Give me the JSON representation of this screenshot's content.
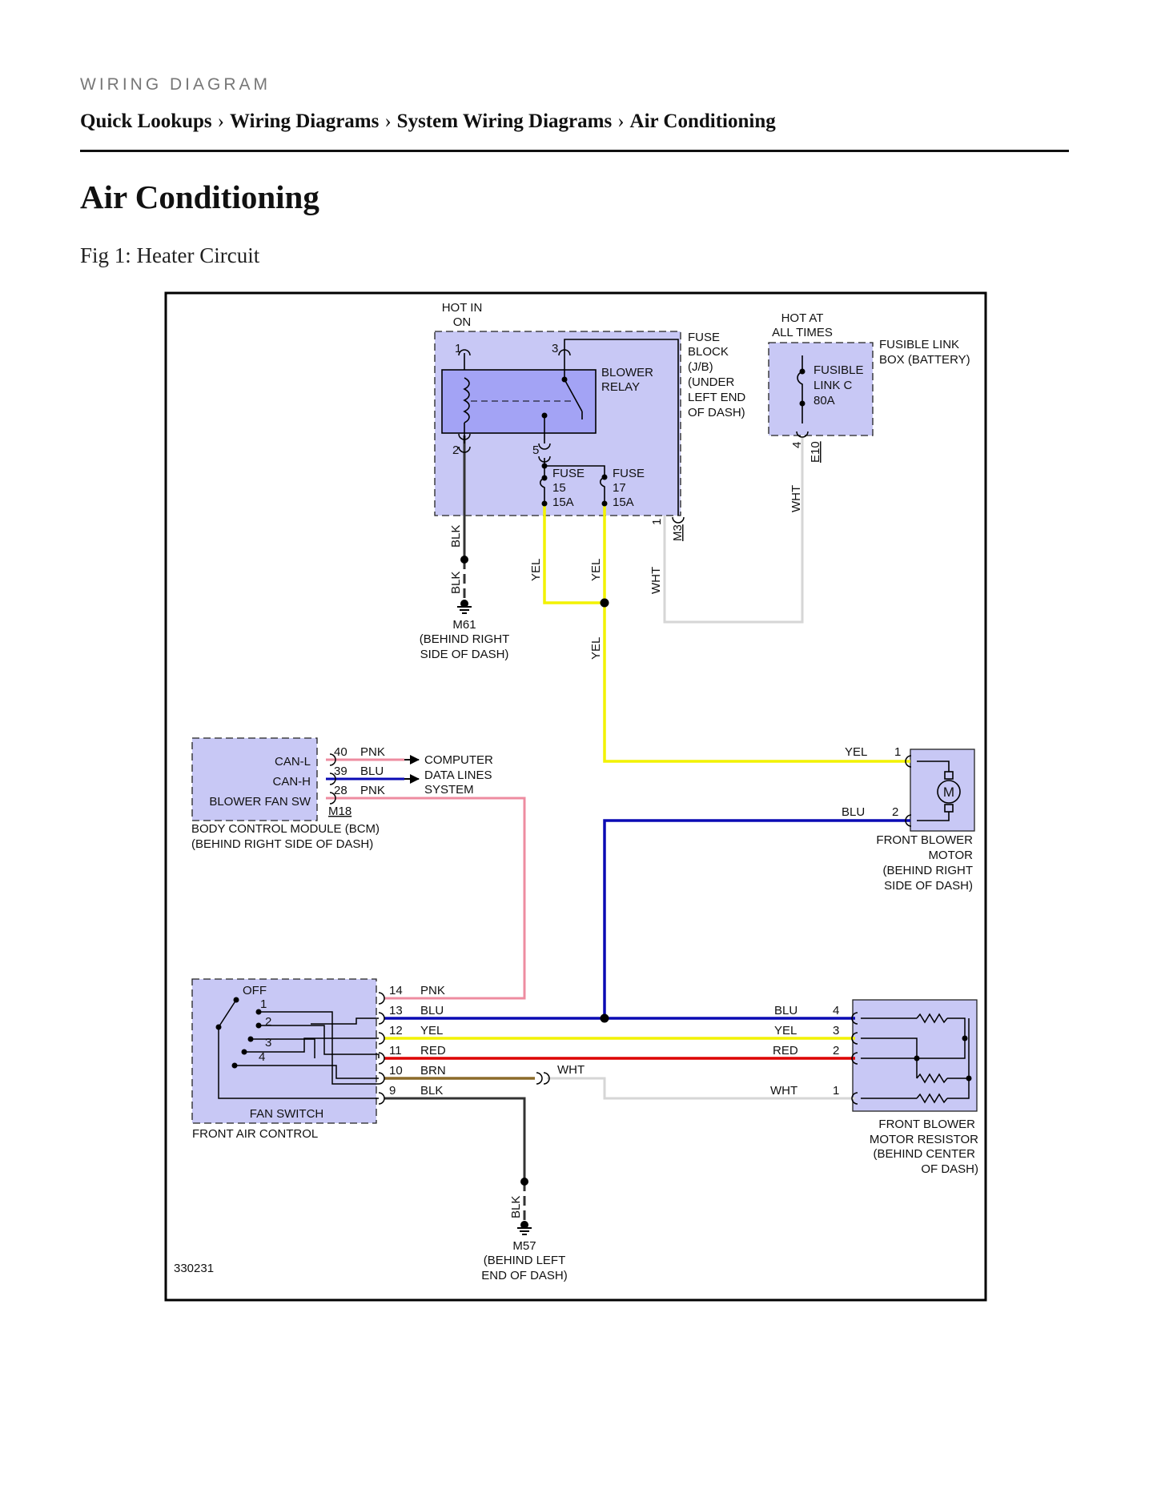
{
  "header": {
    "kicker": "WIRING DIAGRAM",
    "breadcrumbs": [
      "Quick Lookups",
      "Wiring Diagrams",
      "System Wiring Diagrams",
      "Air Conditioning"
    ],
    "separator": "›"
  },
  "page": {
    "title": "Air Conditioning",
    "figure_caption": "Fig 1: Heater Circuit"
  },
  "colors": {
    "component_fill": "#c8c8f5",
    "relay_fill": "#a3a3f5",
    "wire_yel": "#f2f200",
    "wire_blu": "#0a0ab4",
    "wire_pnk": "#ee8ca0",
    "wire_red": "#dd0000",
    "wire_brn": "#8b6b2a",
    "wire_blk": "#333333",
    "wire_wht": "#d6d6d6"
  },
  "diagram": {
    "id": "330231",
    "power": {
      "hot_in_on": [
        "HOT IN",
        "ON"
      ],
      "hot_at_all_times": [
        "HOT AT",
        "ALL TIMES"
      ]
    },
    "fuse_block": {
      "label": [
        "FUSE",
        "BLOCK",
        "(J/B)",
        "(UNDER",
        "LEFT END",
        "OF DASH)"
      ],
      "relay": [
        "BLOWER",
        "RELAY"
      ],
      "pins": {
        "p1": "1",
        "p3": "3",
        "p2": "2",
        "p5": "5",
        "conn_pin": "1"
      },
      "fuse15": [
        "FUSE",
        "15",
        "15A"
      ],
      "fuse17": [
        "FUSE",
        "17",
        "15A"
      ],
      "connector": "M3"
    },
    "fusible_link_box": {
      "label": [
        "FUSIBLE LINK",
        "BOX (BATTERY)"
      ],
      "link": [
        "FUSIBLE",
        "LINK C",
        "80A"
      ],
      "pin": "4",
      "connector": "E10"
    },
    "wire_labels": {
      "blk": "BLK",
      "yel": "YEL",
      "wht": "WHT",
      "blu": "BLU",
      "pnk": "PNK",
      "red": "RED",
      "brn": "BRN"
    },
    "ground_m61": {
      "id": "M61",
      "location": [
        "(BEHIND RIGHT",
        "SIDE OF DASH)"
      ]
    },
    "ground_m57": {
      "id": "M57",
      "location": [
        "(BEHIND LEFT",
        "END OF DASH)"
      ]
    },
    "bcm": {
      "pins": [
        {
          "name": "CAN-L",
          "pin": "40",
          "wire": "PNK"
        },
        {
          "name": "CAN-H",
          "pin": "39",
          "wire": "BLU"
        },
        {
          "name": "BLOWER FAN SW",
          "pin": "28",
          "wire": "PNK"
        }
      ],
      "connector": "M18",
      "label": [
        "BODY CONTROL MODULE (BCM)",
        "(BEHIND RIGHT SIDE OF DASH)"
      ],
      "data_lines": [
        "COMPUTER",
        "DATA LINES",
        "SYSTEM"
      ]
    },
    "blower_motor": {
      "symbol": "M",
      "pins": [
        {
          "pin": "1",
          "wire": "YEL"
        },
        {
          "pin": "2",
          "wire": "BLU"
        }
      ],
      "label": [
        "FRONT BLOWER",
        "MOTOR",
        "(BEHIND RIGHT",
        "SIDE OF DASH)"
      ]
    },
    "fan_switch": {
      "positions": [
        "OFF",
        "1",
        "2",
        "3",
        "4"
      ],
      "name": "FAN SWITCH",
      "module": "FRONT AIR CONTROL",
      "pins": [
        {
          "pin": "14",
          "wire": "PNK"
        },
        {
          "pin": "13",
          "wire": "BLU"
        },
        {
          "pin": "12",
          "wire": "YEL"
        },
        {
          "pin": "11",
          "wire": "RED"
        },
        {
          "pin": "10",
          "wire": "BRN"
        },
        {
          "pin": "9",
          "wire": "BLK"
        }
      ]
    },
    "resistor": {
      "pins": [
        {
          "pin": "4",
          "wire": "BLU"
        },
        {
          "pin": "3",
          "wire": "YEL"
        },
        {
          "pin": "2",
          "wire": "RED"
        },
        {
          "pin": "1",
          "wire": "WHT"
        }
      ],
      "label": [
        "FRONT BLOWER",
        "MOTOR RESISTOR",
        "(BEHIND CENTER",
        "OF DASH)"
      ]
    }
  }
}
